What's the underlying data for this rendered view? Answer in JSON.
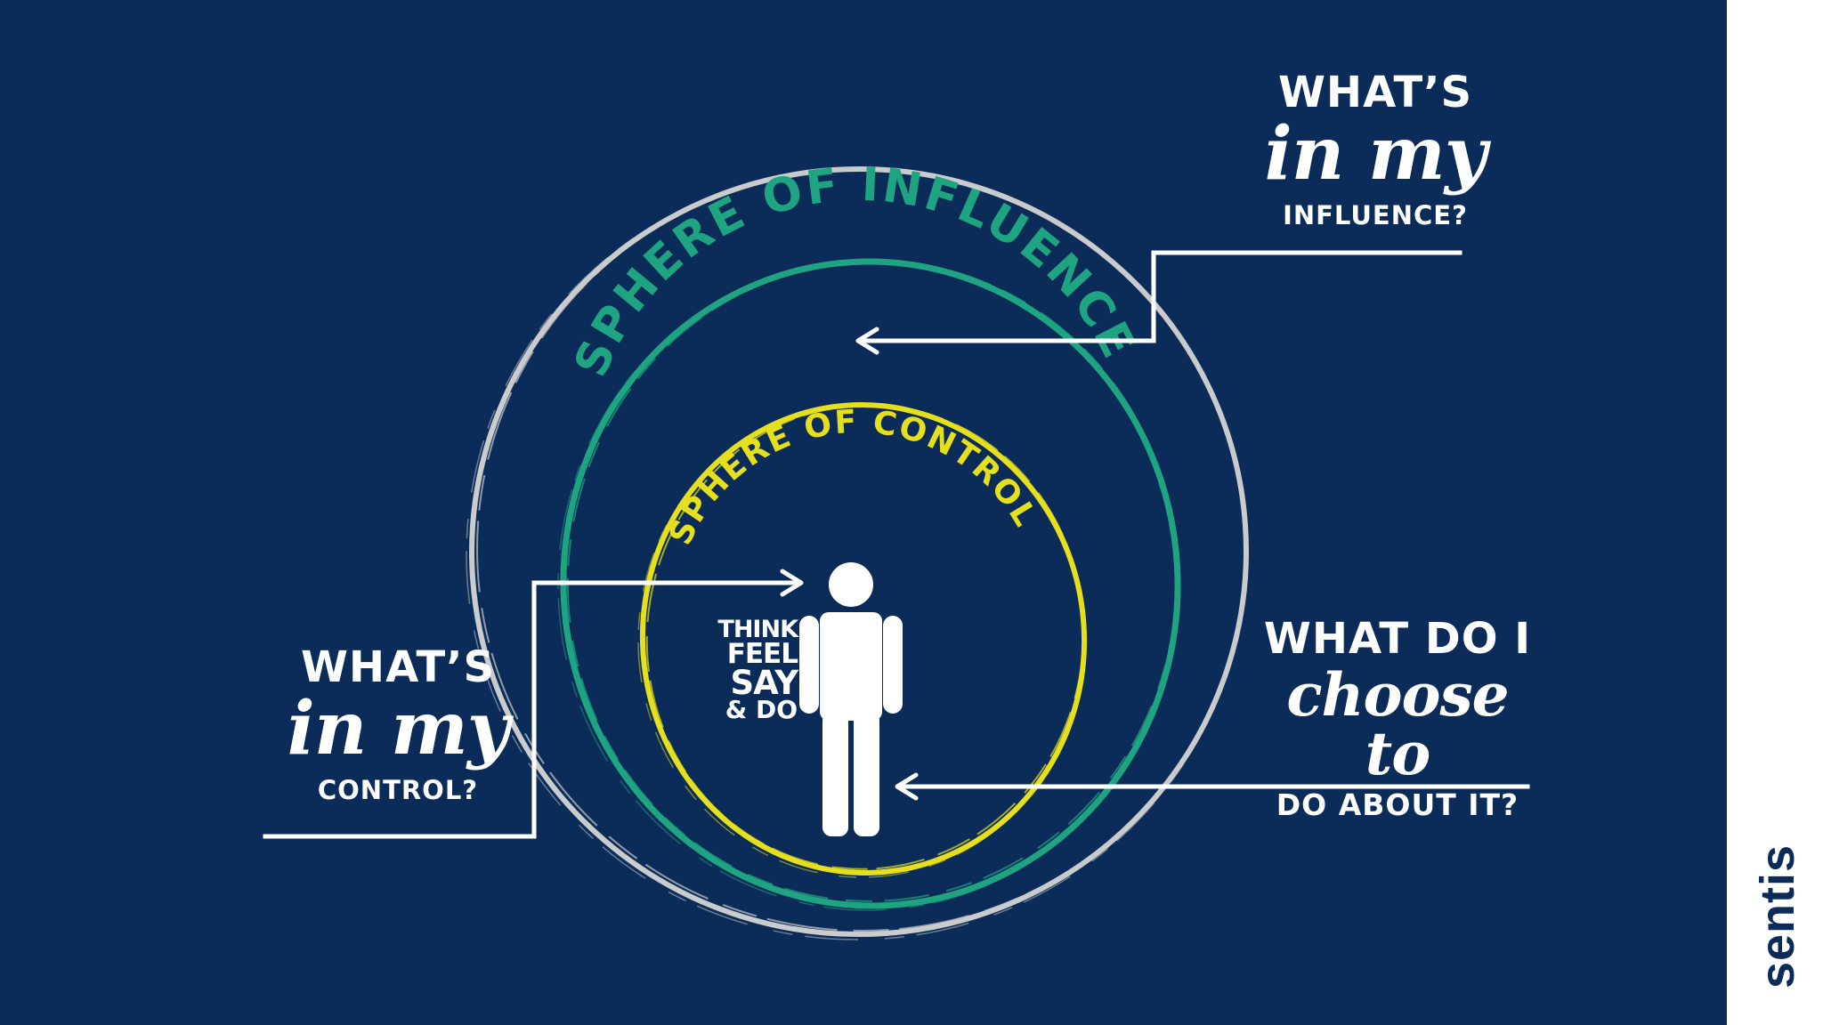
{
  "colors": {
    "background": "#0b2c59",
    "outer_ring": "#c9cbcc",
    "influence_ring": "#1fa482",
    "control_ring": "#e6df1d",
    "text": "#ffffff",
    "brand_panel": "#ffffff",
    "brand_text": "#0b2c59"
  },
  "spheres": {
    "influence_label": "SPHERE OF INFLUENCE",
    "control_label": "SPHERE OF CONTROL"
  },
  "questions": {
    "influence": {
      "top": "WHAT’S",
      "mid": "in my",
      "bottom": "INFLUENCE?"
    },
    "control": {
      "top": "WHAT’S",
      "mid": "in my",
      "bottom": "CONTROL?"
    },
    "choose": {
      "top": "WHAT DO I",
      "mid": "choose to",
      "bottom": "DO ABOUT IT?"
    }
  },
  "actions": [
    "THINK",
    "FEEL",
    "SAY",
    "& DO"
  ],
  "icons": {
    "person": "person-icon"
  },
  "brand": "sentis"
}
